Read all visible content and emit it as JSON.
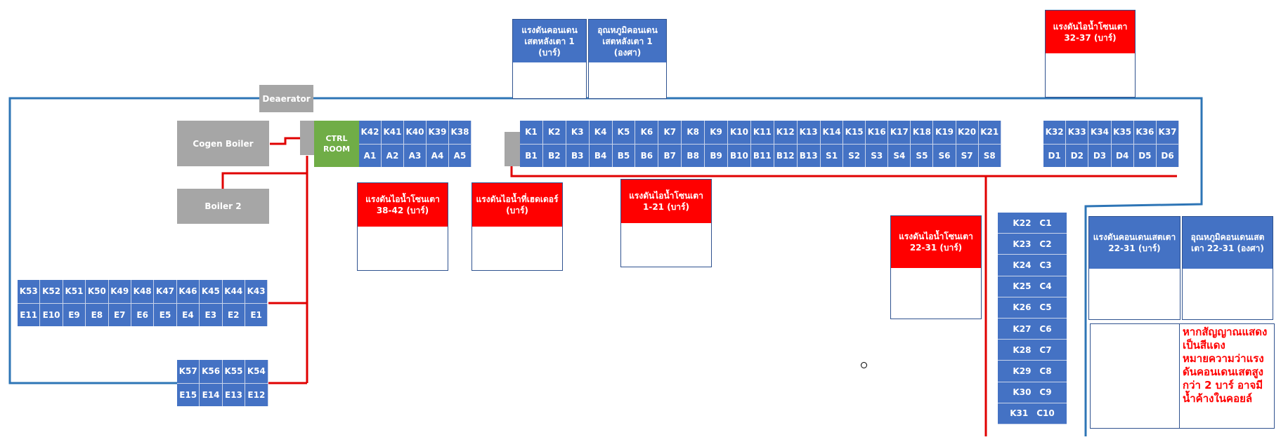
{
  "equipment": {
    "deaerator": "Deaerator",
    "cogen_boiler": "Cogen Boiler",
    "boiler2": "Boiler 2",
    "ctrl_room": [
      "CTRL",
      "ROOM"
    ]
  },
  "kiln_groups": {
    "A": [
      [
        "K42",
        "A1"
      ],
      [
        "K41",
        "A2"
      ],
      [
        "K40",
        "A3"
      ],
      [
        "K39",
        "A4"
      ],
      [
        "K38",
        "A5"
      ]
    ],
    "B": [
      [
        "K1",
        "B1"
      ],
      [
        "K2",
        "B2"
      ],
      [
        "K3",
        "B3"
      ],
      [
        "K4",
        "B4"
      ],
      [
        "K5",
        "B5"
      ],
      [
        "K6",
        "B6"
      ],
      [
        "K7",
        "B7"
      ],
      [
        "K8",
        "B8"
      ],
      [
        "K9",
        "B9"
      ],
      [
        "K10",
        "B10"
      ],
      [
        "K11",
        "B11"
      ],
      [
        "K12",
        "B12"
      ],
      [
        "K13",
        "B13"
      ]
    ],
    "S": [
      [
        "K14",
        "S1"
      ],
      [
        "K15",
        "S2"
      ],
      [
        "K16",
        "S3"
      ],
      [
        "K17",
        "S4"
      ],
      [
        "K18",
        "S5"
      ],
      [
        "K19",
        "S6"
      ],
      [
        "K20",
        "S7"
      ],
      [
        "K21",
        "S8"
      ]
    ],
    "D": [
      [
        "K32",
        "D1"
      ],
      [
        "K33",
        "D2"
      ],
      [
        "K34",
        "D3"
      ],
      [
        "K35",
        "D4"
      ],
      [
        "K36",
        "D5"
      ],
      [
        "K37",
        "D6"
      ]
    ],
    "E1": [
      [
        "K53",
        "E11"
      ],
      [
        "K52",
        "E10"
      ],
      [
        "K51",
        "E9"
      ],
      [
        "K50",
        "E8"
      ],
      [
        "K49",
        "E7"
      ],
      [
        "K48",
        "E6"
      ],
      [
        "K47",
        "E5"
      ],
      [
        "K46",
        "E4"
      ],
      [
        "K45",
        "E3"
      ],
      [
        "K44",
        "E2"
      ],
      [
        "K43",
        "E1"
      ]
    ],
    "E2": [
      [
        "K57",
        "E15"
      ],
      [
        "K56",
        "E14"
      ],
      [
        "K55",
        "E13"
      ],
      [
        "K54",
        "E12"
      ]
    ],
    "C": [
      [
        "K22",
        "C1"
      ],
      [
        "K23",
        "C2"
      ],
      [
        "K24",
        "C3"
      ],
      [
        "K25",
        "C4"
      ],
      [
        "K26",
        "C5"
      ],
      [
        "K27",
        "C6"
      ],
      [
        "K28",
        "C7"
      ],
      [
        "K29",
        "C8"
      ],
      [
        "K30",
        "C9"
      ],
      [
        "K31",
        "C10"
      ]
    ]
  },
  "panels": {
    "cond_press_1": "แรงดันคอนเดนเสตหลังเตา 1 (บาร์)",
    "cond_temp_1": "อุณหภูมิคอนเดนเสตหลังเตา 1 (องศา)",
    "steam_32_37": "แรงดันไอน้ำโซนเตา 32-37 (บาร์)",
    "steam_38_42": "แรงดันไอน้ำโซนเตา 38-42 (บาร์)",
    "steam_header": "แรงดันไอน้ำที่เฮดเดอร์ (บาร์)",
    "steam_1_21": "แรงดันไอน้ำโซนเตา 1-21 (บาร์)",
    "steam_22_31": "แรงดันไอน้ำโซนเตา 22-31 (บาร์)",
    "cond_press_22_31": "แรงดันคอนเดนเสตเตา 22-31 (บาร์)",
    "cond_temp_22_31": "อุณหภูมิคอนเดนเสตเตา 22-31 (องศา)"
  },
  "note": "หากสัญญาณแสดงเป็นสีแดงหมายความว่าแรงดันคอนเดนเสตสูงกว่า 2 บาร์ อาจมีน้ำค้างในคอยล์",
  "colors": {
    "kiln": "#4472c4",
    "alarm": "#ff0000",
    "steam_line": "#e00000",
    "condensate_line": "#2e75b6",
    "equipment": "#a6a6a6",
    "ctrl": "#70ad47"
  }
}
